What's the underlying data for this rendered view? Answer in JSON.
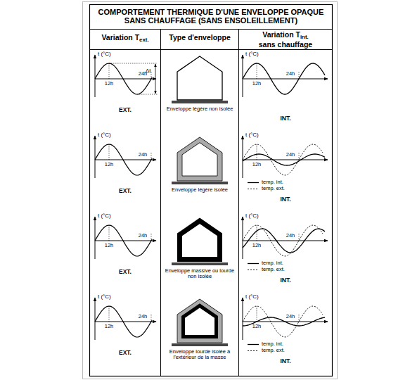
{
  "diagram": {
    "title": "COMPORTEMENT THERMIQUE D'UNE ENVELOPPE OPAQUE SANS CHAUFFAGE (SANS ENSOLEILLEMENT)",
    "labels": [
      "Variation T",
      "ext.",
      "Type d'enveloppe",
      "Variation T",
      "int.",
      "sans chauffage",
      "t (°C)",
      "Δt",
      "12h",
      "24h",
      "EXT.",
      "Enveloppe légère non isolée",
      "t (°C)",
      "12h",
      "24h",
      "INT.",
      "t (°C)",
      "12h",
      "24h",
      "EXT.",
      "Enveloppe légère isolée",
      "t (°C)",
      "12h",
      "24h",
      "INT.",
      "t (°C)",
      "12h",
      "24h",
      "EXT.",
      "Enveloppe massive ou lourde non isolée",
      "t (°C)",
      "12h",
      "24h",
      "INT.",
      "t (°C)",
      "12h",
      "24h",
      "EXT.",
      "Enveloppe lourde isolée à l'extérieur de la masse",
      "t (°C)",
      "12h",
      "24h",
      "INT."
    ],
    "legend": [
      {
        "text": "temp. int."
      },
      {
        "text": "temp. ext."
      },
      {
        "text": "temp. int."
      },
      {
        "text": "temp. ext."
      },
      {
        "text": "temp. int."
      },
      {
        "text": "temp. ext."
      }
    ]
  }
}
